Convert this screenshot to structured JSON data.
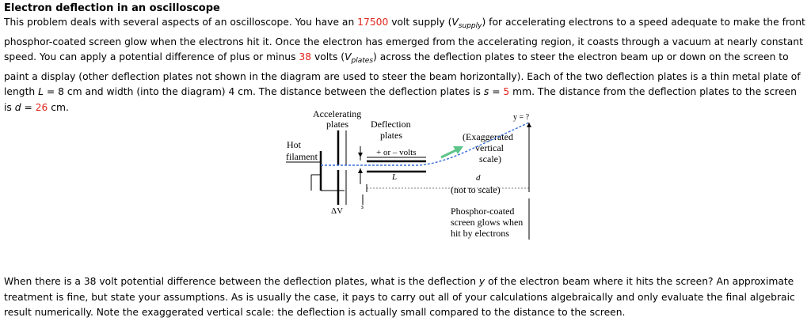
{
  "title": "Electron deflection in an oscilloscope",
  "intro": {
    "s1": "This problem deals with several aspects of an oscilloscope. You have an ",
    "supply_value": "17500",
    "s2": " volt supply (",
    "v_letter": "V",
    "v_supply_sub": "supply",
    "s3": ") for accelerating electrons to a speed adequate to make the front phosphor-coated screen glow when the electrons hit it. Once the electron has emerged from the accelerating region, it coasts through a vacuum at nearly constant speed. You can apply a potential difference of plus or minus ",
    "plates_value": "38",
    "s4": " volts (",
    "v_plates_sub": "plates",
    "s5": ") across the deflection plates to steer the electron beam up or down on the screen to paint a display (other deflection plates not shown in the diagram are used to steer the beam horizontally). Each of the two deflection plates is a thin metal plate of length ",
    "L_symbol": "L",
    "s6": " = 8 cm and width (into the diagram) 4 cm. The distance between the deflection plates is ",
    "s_symbol": "s",
    "s7": " = ",
    "s_value": "5",
    "s8": " mm. The distance from the deflection plates to the screen is ",
    "d_symbol": "d",
    "s9": " = ",
    "d_value": "26",
    "s10": " cm."
  },
  "diagram": {
    "accelerating_label": "Accelerating",
    "plates_label": "plates",
    "deflection_label": "Deflection",
    "deflection_plates_label": "plates",
    "hot_label": "Hot",
    "filament_label": "filament",
    "volts_label": "+ or – volts",
    "y_question": "y = ?",
    "exaggerated_1": "(Exaggerated",
    "exaggerated_2": "vertical",
    "exaggerated_3": "scale)",
    "L_label": "L",
    "d_label": "d",
    "not_to_scale": "(not to scale)",
    "delta_v": "ΔV",
    "s_label": "s",
    "phosphor_1": "Phosphor-coated",
    "phosphor_2": "screen glows when",
    "phosphor_3": "hit by electrons",
    "beam_color": "#3a6fd8",
    "arrow_color": "#5cc48a"
  },
  "question": {
    "q1": "When there is a ",
    "q_value": "38",
    "q2": " volt potential difference between the deflection plates, what is the deflection ",
    "y_symbol": "y",
    "q3": " of the electron beam where it hits the screen? An approximate treatment is fine, but state your assumptions. As is usually the case, it pays to carry out all of your calculations algebraically and only evaluate the final algebraic result numerically. Note the exaggerated vertical scale: the deflection is actually small compared to the distance to the screen."
  }
}
